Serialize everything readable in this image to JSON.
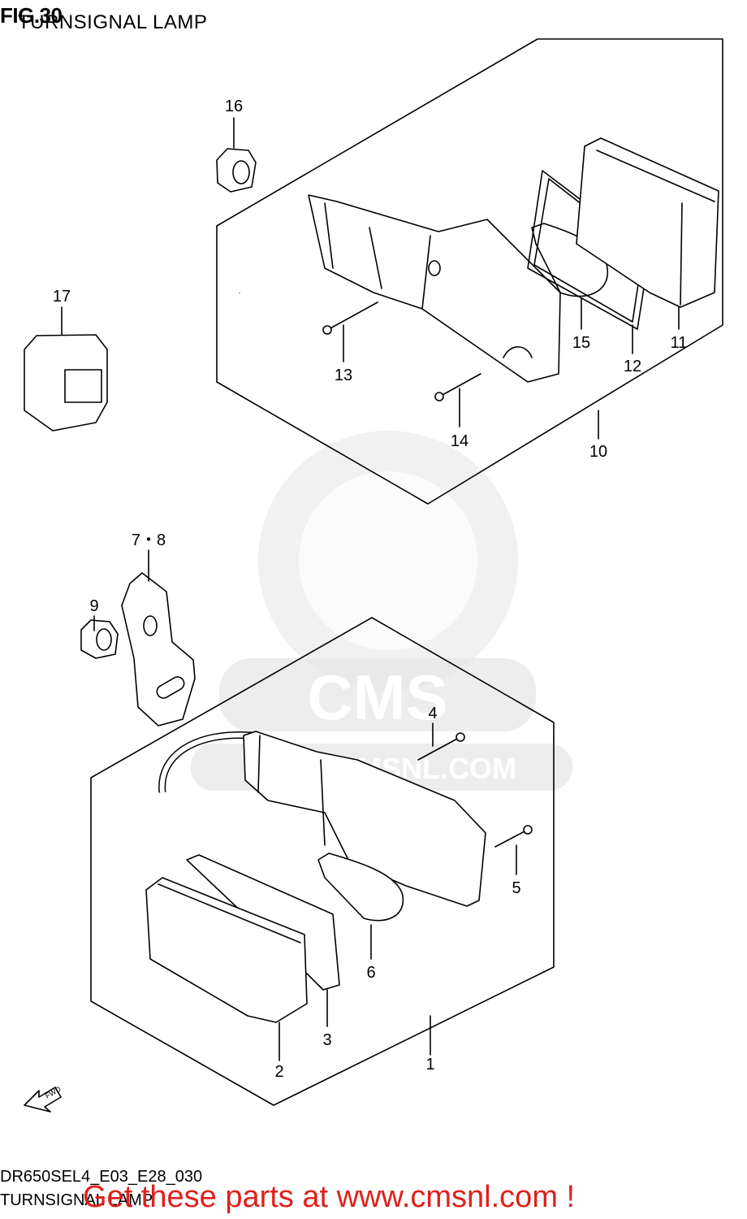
{
  "header": {
    "fig_number": "FIG.30",
    "title": "TURNSIGNAL LAMP"
  },
  "watermark": {
    "brand": "CMS",
    "url": "WWW.CMSNL.COM"
  },
  "callouts": [
    {
      "id": "c1",
      "label": "1"
    },
    {
      "id": "c2",
      "label": "2"
    },
    {
      "id": "c3",
      "label": "3"
    },
    {
      "id": "c4",
      "label": "4"
    },
    {
      "id": "c5",
      "label": "5"
    },
    {
      "id": "c6",
      "label": "6"
    },
    {
      "id": "c78",
      "label": "7・8"
    },
    {
      "id": "c9",
      "label": "9"
    },
    {
      "id": "c10",
      "label": "10"
    },
    {
      "id": "c11",
      "label": "11"
    },
    {
      "id": "c12",
      "label": "12"
    },
    {
      "id": "c13",
      "label": "13"
    },
    {
      "id": "c14",
      "label": "14"
    },
    {
      "id": "c15",
      "label": "15"
    },
    {
      "id": "c16",
      "label": "16"
    },
    {
      "id": "c17",
      "label": "17"
    }
  ],
  "fwd_label": "FWD",
  "footer": {
    "code": "DR650SEL4_E03_E28_030",
    "title": "TURNSIGNAL LAMP",
    "promo": "Get these parts at www.cmsnl.com !"
  }
}
